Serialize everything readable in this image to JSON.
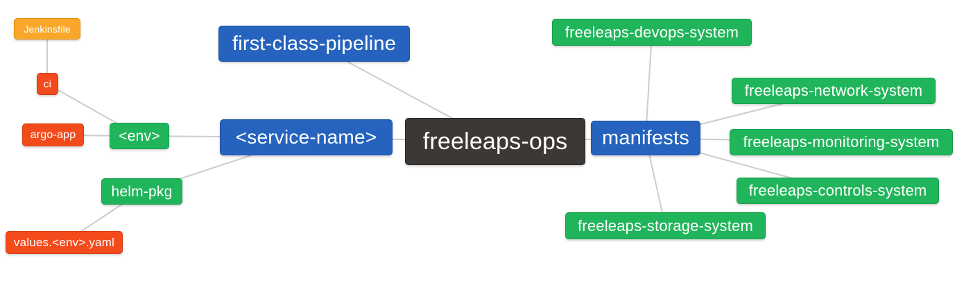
{
  "diagram": {
    "type": "mindmap",
    "root_label": "freeleaps-ops",
    "colors": {
      "root_node": "#3C3835",
      "branch_node": "#2563BE",
      "leaf_green": "#21B55B",
      "leaf_red": "#F44B1C",
      "leaf_orange": "#F9A62B",
      "edge": "#CCCCCC",
      "background": "#FFFFFF",
      "node_text": "#FFFFFF"
    },
    "nodes": [
      {
        "id": "jenkinsfile",
        "label": "Jenkinsfile",
        "color": "orange"
      },
      {
        "id": "ci",
        "label": "ci",
        "color": "red"
      },
      {
        "id": "argo-app",
        "label": "argo-app",
        "color": "red"
      },
      {
        "id": "env",
        "label": "<env>",
        "color": "green"
      },
      {
        "id": "helm-pkg",
        "label": "helm-pkg",
        "color": "green"
      },
      {
        "id": "values-env-yaml",
        "label": "values.<env>.yaml",
        "color": "red"
      },
      {
        "id": "first-class-pipeline",
        "label": "first-class-pipeline",
        "color": "blue"
      },
      {
        "id": "service-name",
        "label": "<service-name>",
        "color": "blue"
      },
      {
        "id": "freeleaps-ops",
        "label": "freeleaps-ops",
        "color": "dark"
      },
      {
        "id": "manifests",
        "label": "manifests",
        "color": "blue"
      },
      {
        "id": "freeleaps-devops-system",
        "label": "freeleaps-devops-system",
        "color": "green"
      },
      {
        "id": "freeleaps-network-system",
        "label": "freeleaps-network-system",
        "color": "green"
      },
      {
        "id": "freeleaps-monitoring-system",
        "label": "freeleaps-monitoring-system",
        "color": "green"
      },
      {
        "id": "freeleaps-controls-system",
        "label": "freeleaps-controls-system",
        "color": "green"
      },
      {
        "id": "freeleaps-storage-system",
        "label": "freeleaps-storage-system",
        "color": "green"
      }
    ],
    "edges": [
      [
        "jenkinsfile",
        "ci"
      ],
      [
        "ci",
        "env"
      ],
      [
        "argo-app",
        "env"
      ],
      [
        "env",
        "service-name"
      ],
      [
        "helm-pkg",
        "service-name"
      ],
      [
        "values-env-yaml",
        "helm-pkg"
      ],
      [
        "first-class-pipeline",
        "freeleaps-ops"
      ],
      [
        "service-name",
        "freeleaps-ops"
      ],
      [
        "freeleaps-ops",
        "manifests"
      ],
      [
        "manifests",
        "freeleaps-devops-system"
      ],
      [
        "manifests",
        "freeleaps-network-system"
      ],
      [
        "manifests",
        "freeleaps-monitoring-system"
      ],
      [
        "manifests",
        "freeleaps-controls-system"
      ],
      [
        "manifests",
        "freeleaps-storage-system"
      ]
    ]
  }
}
